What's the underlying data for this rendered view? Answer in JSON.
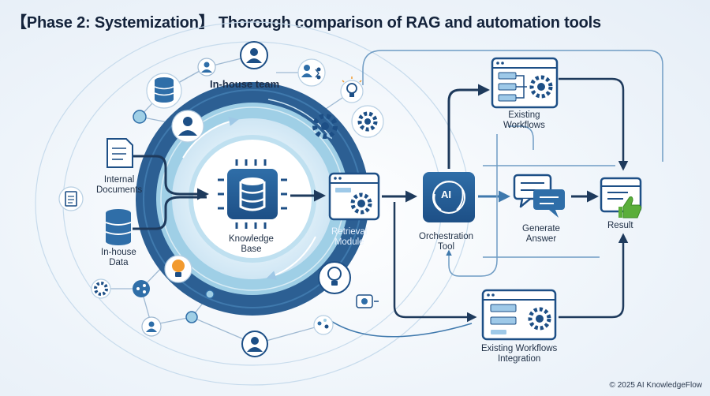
{
  "title": "【Phase 2: Systemization】 Thorough comparison of RAG and automation tools",
  "labels": {
    "inhouse_team": "In-house team",
    "internal_docs": [
      "Internal",
      "Documents"
    ],
    "inhouse_data": [
      "In-house",
      "Data"
    ],
    "knowledge_base": [
      "Knowledge",
      "Base"
    ],
    "retrieval_module": [
      "Retrieval",
      "Module"
    ],
    "orchestration_tool": [
      "Orchestration",
      "Tool"
    ],
    "ai_badge": "AI",
    "generate_answer": [
      "Generate",
      "Answer"
    ],
    "existing_workflows": [
      "Existing",
      "Workflows"
    ],
    "workflows_integration": [
      "Existing Workflows",
      "Integration"
    ],
    "result": "Result"
  },
  "footer": "© 2025 AI KnowledgeFlow",
  "colors": {
    "dark_blue": "#1d4f86",
    "mid_blue": "#2f6ea8",
    "light_blue": "#9ec9e8",
    "teal": "#58b9c9",
    "orange": "#f29a2e",
    "green": "#5aae3a",
    "navy_arrow": "#1e3a5c"
  }
}
